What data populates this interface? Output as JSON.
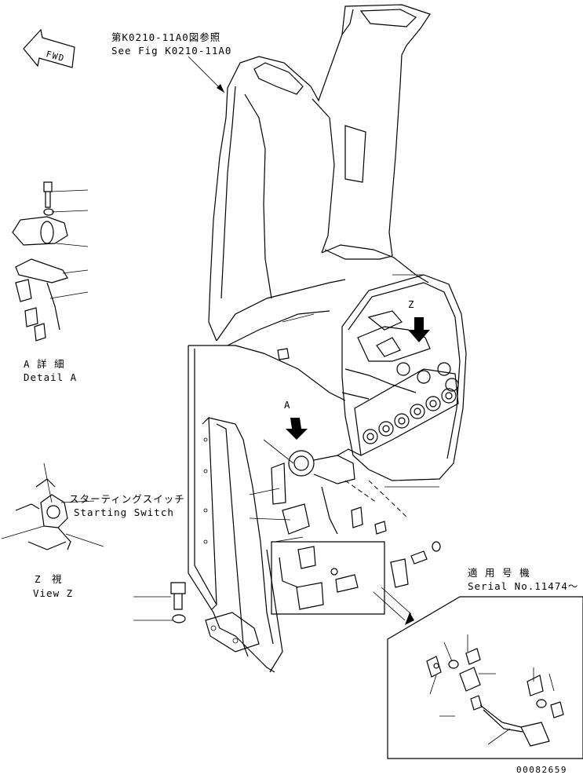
{
  "fwd_label": "FWD",
  "ref_note": {
    "ja": "第K0210-11A0図参照",
    "en": "See Fig K0210-11A0"
  },
  "detail_a": {
    "ja": "A 詳 細",
    "en": "Detail A"
  },
  "starting_switch": {
    "ja": "スターティングスイッチ",
    "en": "Starting Switch"
  },
  "view_z": {
    "ja": "Z　視",
    "en": "View Z"
  },
  "serial_note": {
    "ja": "適 用 号 機",
    "en": "Serial No.11474～"
  },
  "marker_a": "A",
  "marker_z": "Z",
  "drawing_number": "00082659"
}
